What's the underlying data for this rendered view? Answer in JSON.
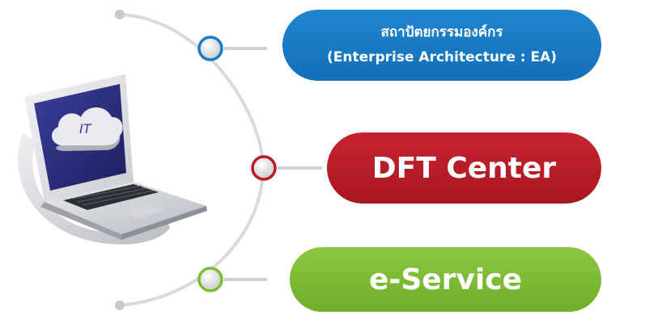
{
  "items": [
    {
      "line1": "สถาปัตยกรรมองค์กร",
      "line2": "(Enterprise Architecture : EA)",
      "color": "#1a7cc4",
      "ring_color": "#1a7cc4"
    },
    {
      "label": "DFT Center",
      "color": "#b81c27",
      "ring_color": "#b81c27"
    },
    {
      "label": "e-Service",
      "color": "#7dbb35",
      "ring_color": "#7dbb35"
    }
  ],
  "laptop": {
    "screen_text": "IT"
  }
}
